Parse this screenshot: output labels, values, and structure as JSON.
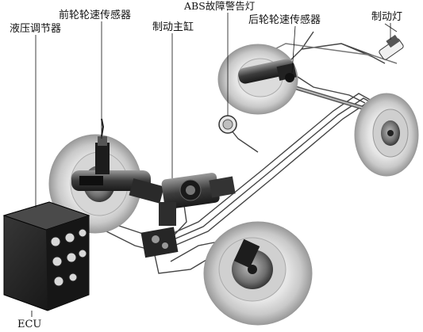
{
  "labels": {
    "hydraulic_unit": "液压调节器",
    "front_wheel_speed_sensor": "前轮轮速传感器",
    "master_cylinder": "制动主缸",
    "abs_warning_lamp": "ABS故障警告灯",
    "rear_wheel_speed_sensor": "后轮轮速传感器",
    "brake_light": "制动灯",
    "ecu": "ECU"
  }
}
